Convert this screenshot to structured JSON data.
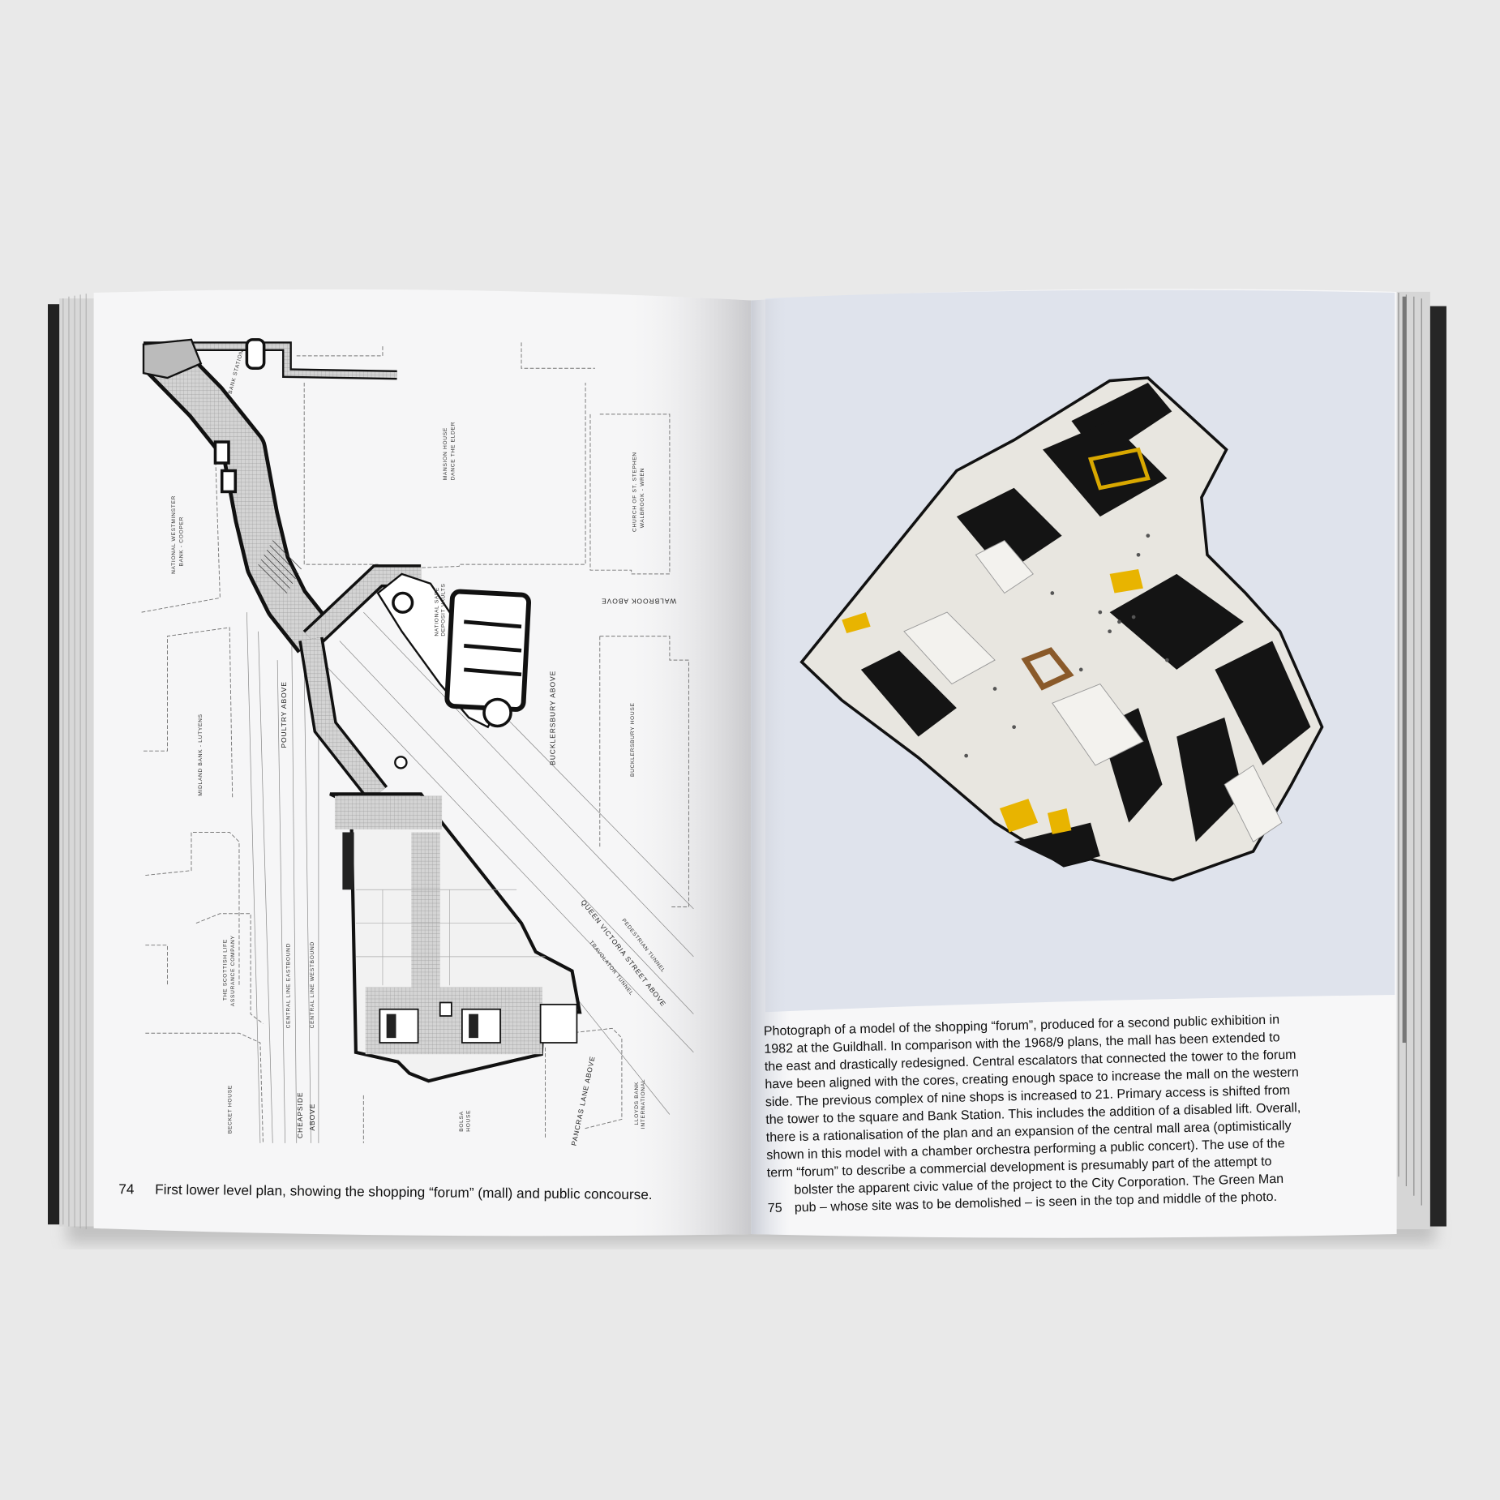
{
  "left_page": {
    "page_number": "74",
    "caption": "First lower level plan, showing the shopping “forum” (mall) and public concourse.",
    "plan_labels": {
      "bank_station": "BANK STATION",
      "natwest": [
        "NATIONAL WESTMINSTER",
        "BANK - COOPER"
      ],
      "mansion_house": [
        "MANSION HOUSE",
        "DANCE THE ELDER"
      ],
      "church": [
        "CHURCH OF ST. STEPHEN",
        "WALBROOK - WREN"
      ],
      "walbrook": "WALBROOK ABOVE",
      "midland": "MIDLAND BANK - LUTYENS",
      "poultry": "POULTRY ABOVE",
      "vaults": [
        "NATIONAL SAFE",
        "DEPOSIT VAULTS"
      ],
      "bucklersbury_above": "BUCKLERSBURY ABOVE",
      "bucklersbury_house": "BUCKLERSBURY HOUSE",
      "scottish_life": [
        "THE SCOTTISH LIFE",
        "ASSURANCE COMPANY"
      ],
      "central_east": "CENTRAL LINE EASTBOUND",
      "central_west": "CENTRAL LINE WESTBOUND",
      "cheapside": [
        "CHEAPSIDE",
        "ABOVE"
      ],
      "becket": "BECKET HOUSE",
      "bolsa": [
        "BOLSA",
        "HOUSE"
      ],
      "pancras": "PANCRAS LANE ABOVE",
      "lloyds": [
        "LLOYDS BANK",
        "INTERNATIONAL"
      ],
      "queen_victoria": "QUEEN VICTORIA STREET ABOVE",
      "pedestrian_tunnel": "PEDESTRIAN TUNNEL",
      "travolator_tunnel": "TRAVOLATOR TUNNEL"
    }
  },
  "right_page": {
    "page_number": "75",
    "caption_lines": [
      "Photograph of a model of the shopping “forum”, produced for a second public exhibition in",
      "1982 at the Guildhall. In comparison with the 1968/9 plans, the mall has been extended to",
      "the east and drastically redesigned. Central escalators that connected the tower to the forum",
      "have been aligned with the cores, creating enough space to increase the mall on the western",
      "side. The previous complex of nine shops is increased to 21. Primary access is shifted from",
      "the tower to the square and Bank Station. This includes the addition of a disabled lift. Overall,",
      "there is a rationalisation of the plan and an expansion of the central mall area (optimistically",
      "shown in this model with a chamber orchestra performing a public concert). The use of the",
      "term “forum” to describe a commercial development is presumably part of the attempt to",
      "bolster the apparent civic value of the project to the City Corporation. The Green Man",
      "pub – whose site was to be demolished – is seen in the top and middle of the photo."
    ]
  },
  "colors": {
    "background": "#e9e9e9",
    "paper": "#f7f7f8",
    "photo_backdrop": "#dfe3ec",
    "model_accent": "#e8b400"
  }
}
